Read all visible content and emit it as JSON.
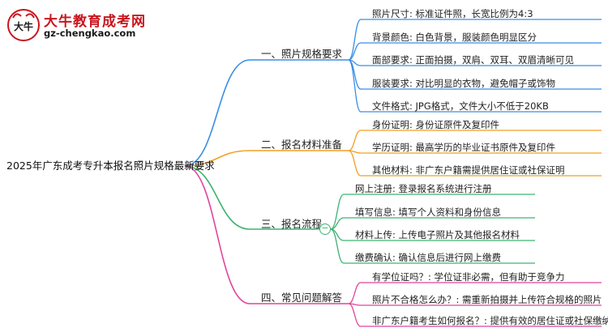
{
  "logo": {
    "title": "大牛教育成考网",
    "url": "gz-chengkao.com",
    "mark_text": "大牛"
  },
  "mindmap": {
    "root": "2025年广东成考专升本报名照片规格最新要求",
    "branches": [
      {
        "label": "一、照片规格要求",
        "color": "#3a8ee6",
        "leaves": [
          "照片尺寸: 标准证件照，长宽比例为4:3",
          "背景颜色: 白色背景，服装颜色明显区分",
          "面部要求: 正面拍摄，双肩、双耳、双眉清晰可见",
          "服装要求: 对比明显的衣物，避免帽子或饰物",
          "文件格式: JPG格式，文件大小不低于20KB"
        ]
      },
      {
        "label": "二、报名材料准备",
        "color": "#f0a020",
        "leaves": [
          "身份证明: 身份证原件及复印件",
          "学历证明: 最高学历的毕业证书原件及复印件",
          "其他材料: 非广东户籍需提供居住证或社保证明"
        ]
      },
      {
        "label": "三、报名流程",
        "color": "#3cb371",
        "collapse_symbol": "−",
        "leaves": [
          "网上注册: 登录报名系统进行注册",
          "填写信息: 填写个人资料和身份信息",
          "材料上传: 上传电子照片及其他报名材料",
          "缴费确认: 确认信息后进行网上缴费"
        ]
      },
      {
        "label": "四、常见问题解答",
        "color": "#e0449a",
        "leaves": [
          "有学位证吗？: 学位证非必需，但有助于竞争力",
          "照片不合格怎么办？: 需重新拍摄并上传符合规格的照片",
          "非广东户籍考生如何报名？: 提供有效的居住证或社保缴纳证明"
        ]
      }
    ]
  }
}
